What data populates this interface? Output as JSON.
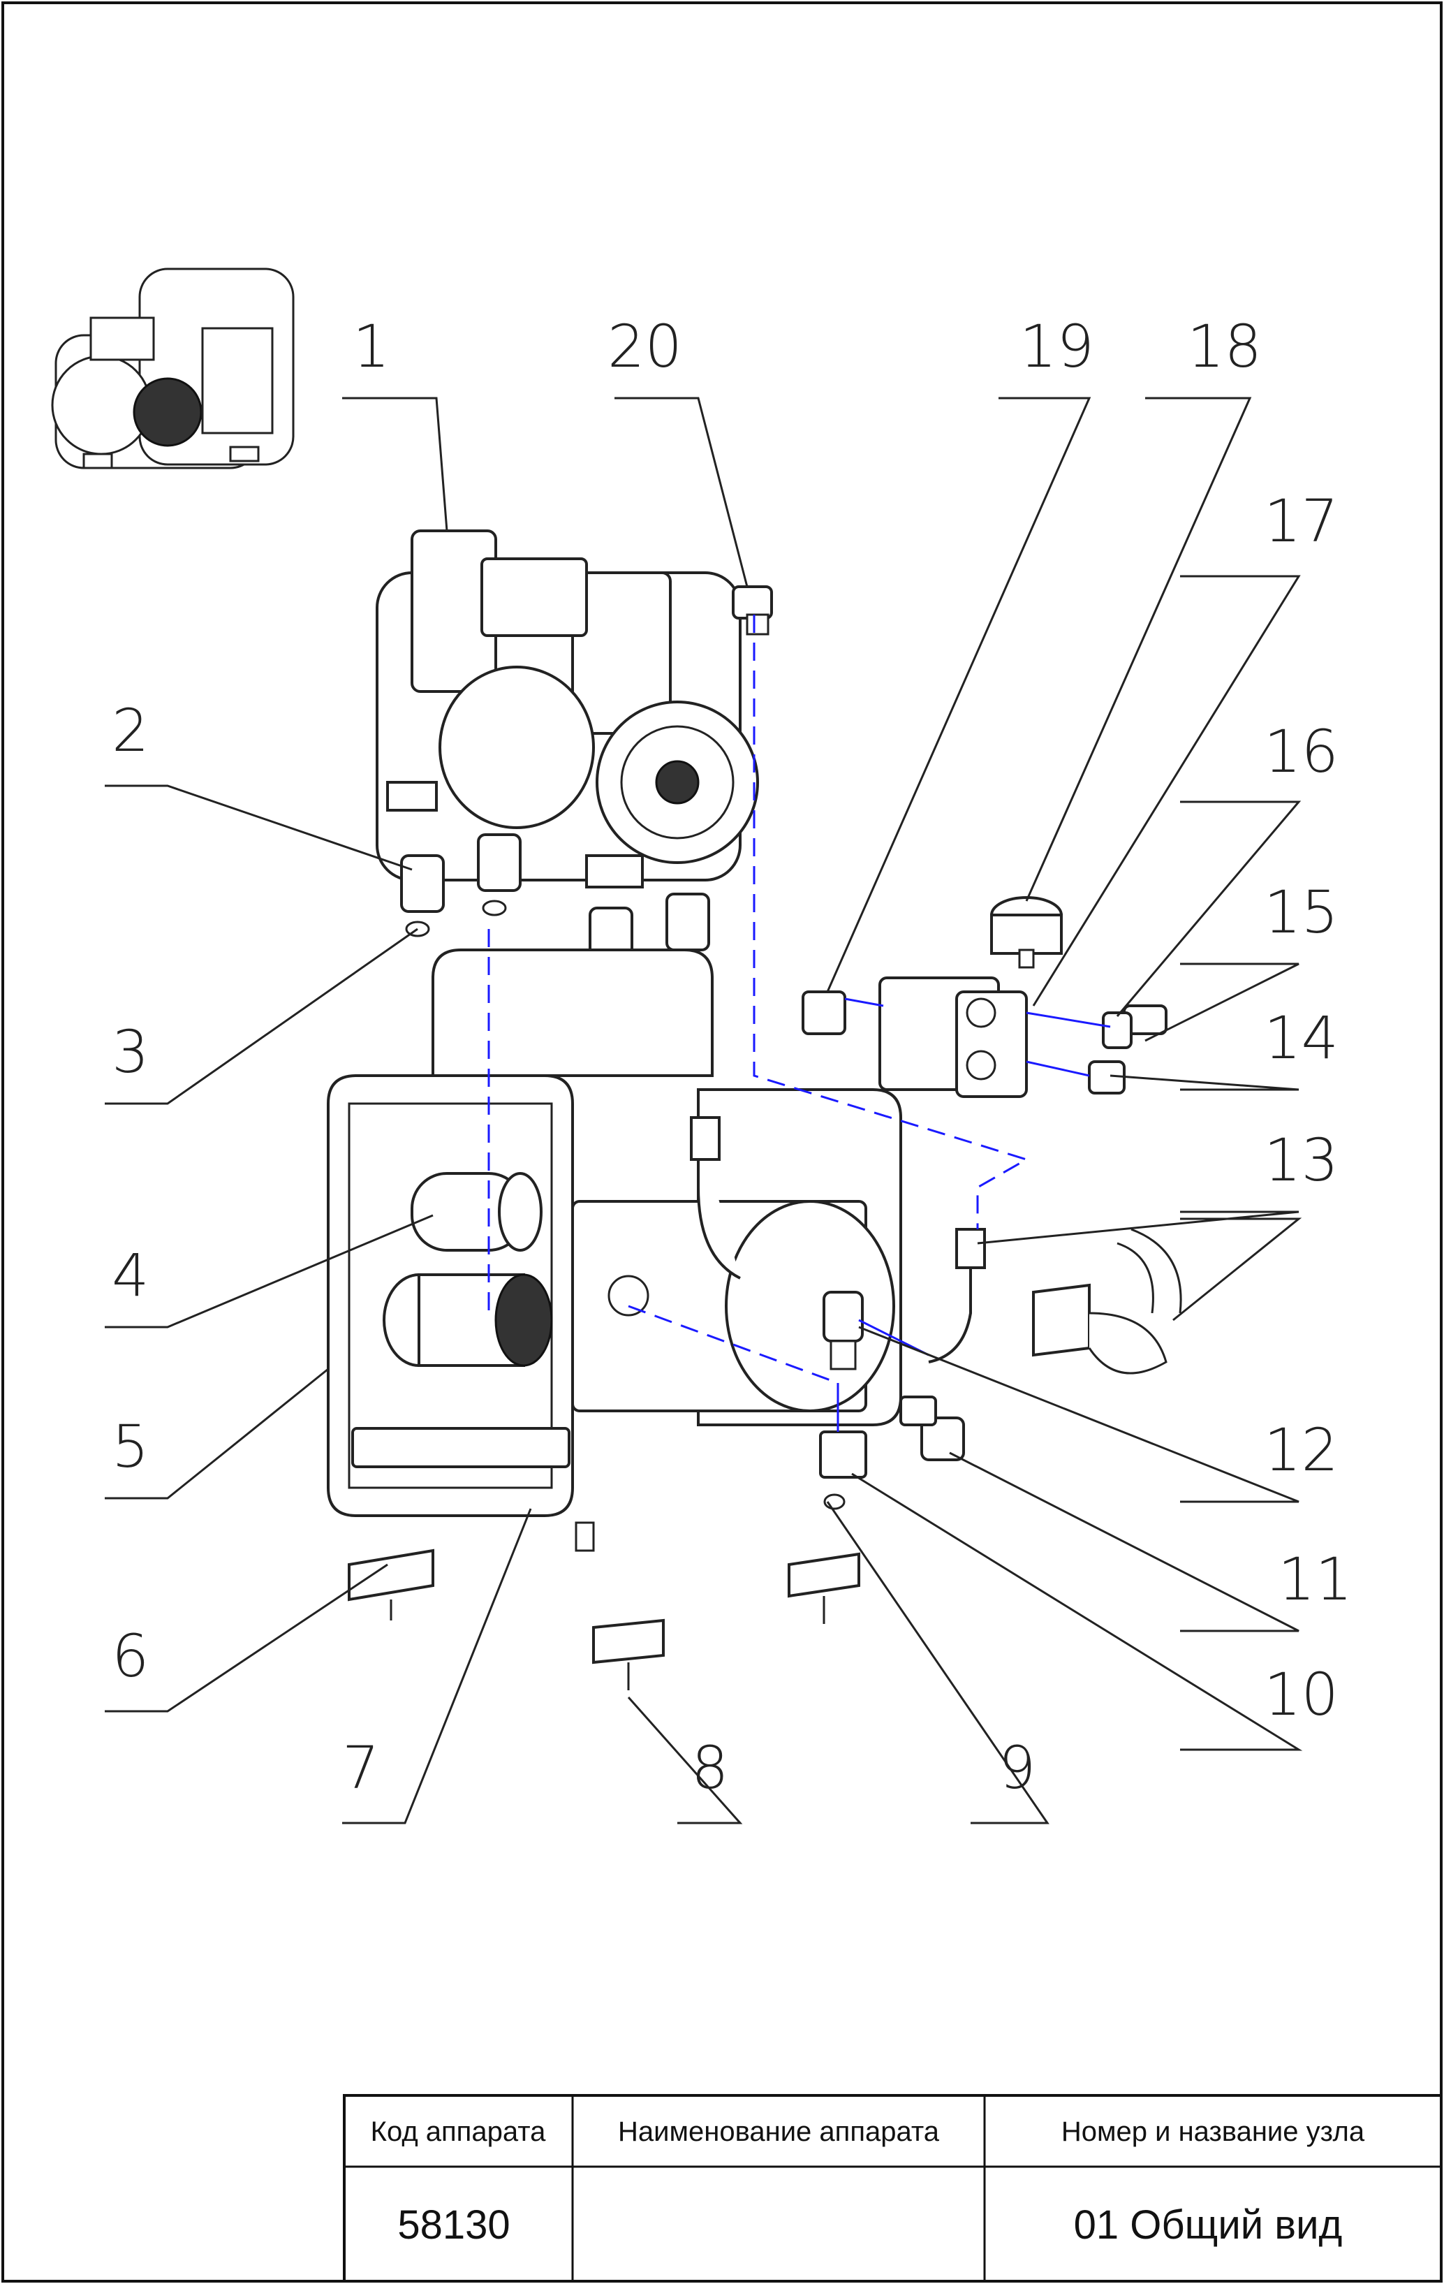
{
  "callouts": [
    "1",
    "2",
    "3",
    "4",
    "5",
    "6",
    "7",
    "8",
    "9",
    "10",
    "11",
    "12",
    "13",
    "14",
    "15",
    "16",
    "17",
    "18",
    "19",
    "20"
  ],
  "title_block": {
    "code_header": "Код аппарата",
    "name_header": "Наименование аппарата",
    "unit_header": "Номер и название узла",
    "code_value": "58130",
    "name_value": "",
    "unit_value": "01 Общий вид"
  }
}
